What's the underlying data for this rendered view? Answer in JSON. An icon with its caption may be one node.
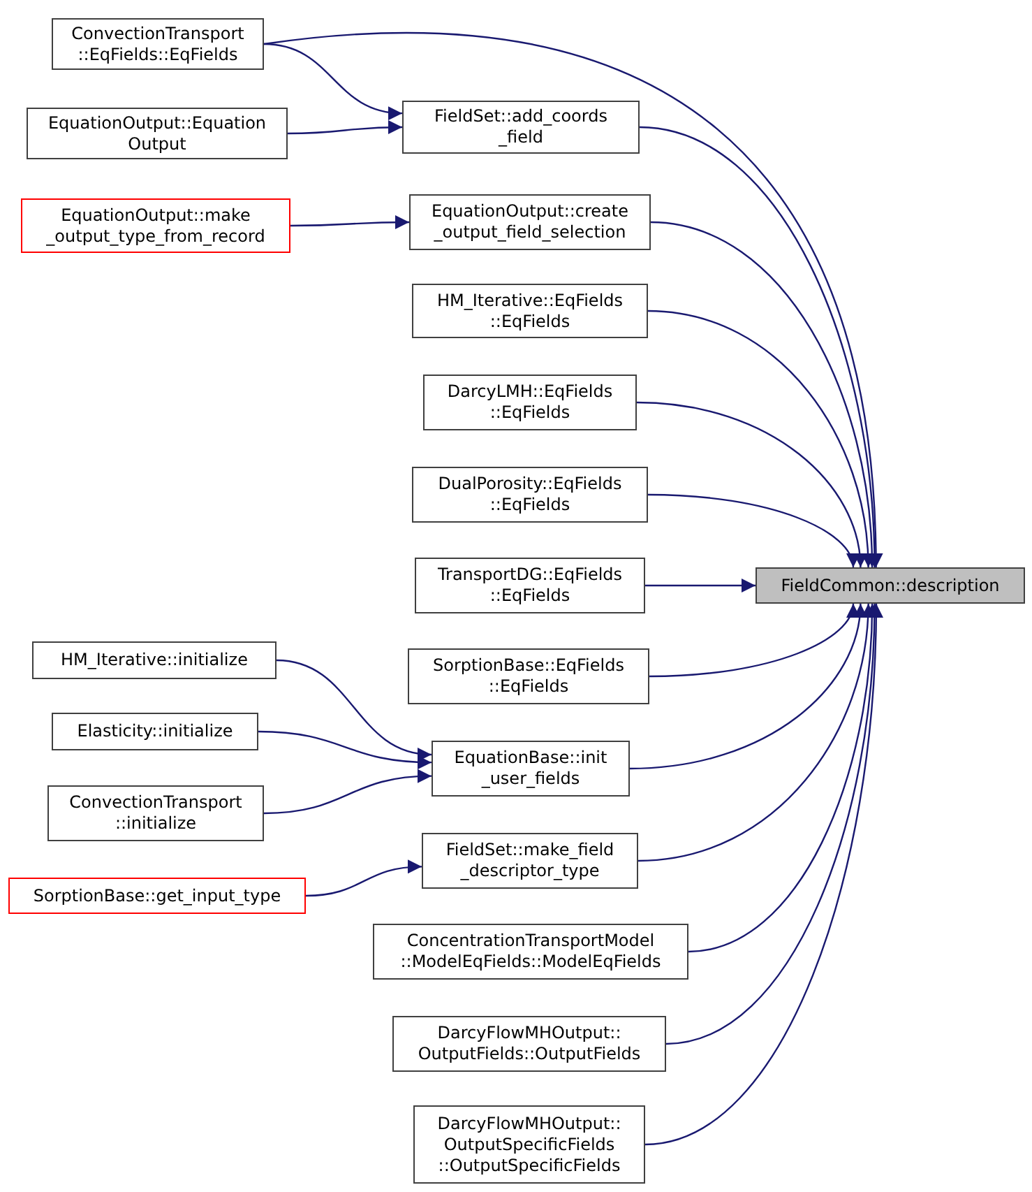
{
  "diagram": {
    "nodes": [
      {
        "text": [
          "ConvectionTransport ::EqFields::EqFields"
        ]
      },
      {
        "text": [
          "EquationOutput::Equation Output"
        ]
      },
      {
        "text": [
          "EquationOutput::make _output_type_from_record"
        ]
      },
      {
        "text": [
          "FieldSet::add_coords _field"
        ]
      },
      {
        "text": [
          "EquationOutput::create _output_field_selection"
        ]
      },
      {
        "text": [
          "HM_Iterative::EqFields ::EqFields"
        ]
      },
      {
        "text": [
          "DarcyLMH::EqFields ::EqFields"
        ]
      },
      {
        "text": [
          "DualPorosity::EqFields ::EqFields"
        ]
      },
      {
        "text": [
          "TransportDG::EqFields ::EqFields"
        ]
      },
      {
        "text": [
          "FieldCommon::description"
        ]
      },
      {
        "text": [
          "SorptionBase::EqFields ::EqFields"
        ]
      },
      {
        "text": [
          "HM_Iterative::initialize"
        ]
      },
      {
        "text": [
          "Elasticity::initialize"
        ]
      },
      {
        "text": [
          "ConvectionTransport ::initialize"
        ]
      },
      {
        "text": [
          "EquationBase::init _user_fields"
        ]
      },
      {
        "text": [
          "SorptionBase::get_input_type"
        ]
      },
      {
        "text": [
          "FieldSet::make_field _descriptor_type"
        ]
      },
      {
        "text": [
          "ConcentrationTransportModel ::ModelEqFields::ModelEqFields"
        ]
      },
      {
        "text": [
          "DarcyFlowMHOutput:: OutputFields::OutputFields"
        ]
      },
      {
        "text": [
          "DarcyFlowMHOutput:: OutputSpecificFields ::OutputSpecificFields"
        ]
      }
    ],
    "edges": [
      {
        "from": 0,
        "to": 9,
        "arrow": "to"
      },
      {
        "from": 0,
        "to": 3,
        "arrow": "to"
      },
      {
        "from": 1,
        "to": 3,
        "arrow": "to"
      },
      {
        "from": 3,
        "to": 9,
        "arrow": "to"
      },
      {
        "from": 2,
        "to": 4,
        "arrow": "to"
      },
      {
        "from": 4,
        "to": 9,
        "arrow": "to"
      },
      {
        "from": 5,
        "to": 9,
        "arrow": "to"
      },
      {
        "from": 6,
        "to": 9,
        "arrow": "to"
      },
      {
        "from": 7,
        "to": 9,
        "arrow": "to"
      },
      {
        "from": 8,
        "to": 9,
        "arrow": "to"
      },
      {
        "from": 10,
        "to": 9,
        "arrow": "to"
      },
      {
        "from": 11,
        "to": 14,
        "arrow": "to"
      },
      {
        "from": 12,
        "to": 14,
        "arrow": "to"
      },
      {
        "from": 13,
        "to": 14,
        "arrow": "to"
      },
      {
        "from": 14,
        "to": 9,
        "arrow": "to"
      },
      {
        "from": 15,
        "to": 16,
        "arrow": "to"
      },
      {
        "from": 16,
        "to": 9,
        "arrow": "to"
      },
      {
        "from": 17,
        "to": 9,
        "arrow": "to"
      },
      {
        "from": 18,
        "to": 9,
        "arrow": "to"
      },
      {
        "from": 19,
        "to": 9,
        "arrow": "to"
      }
    ]
  }
}
